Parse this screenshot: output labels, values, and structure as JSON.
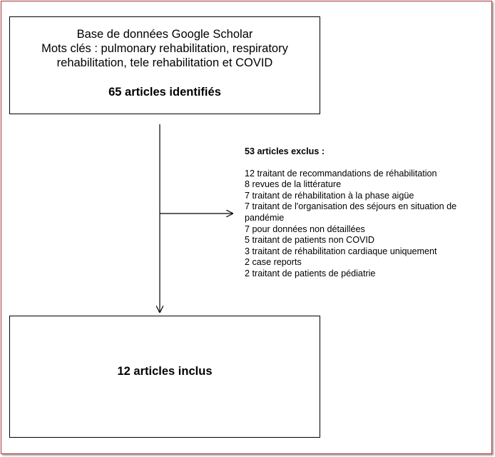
{
  "top_box": {
    "lines": [
      "Base de données Google Scholar",
      "Mots clés : pulmonary rehabilitation, respiratory",
      "rehabilitation, tele rehabilitation et COVID"
    ],
    "count": "65 articles identifiés"
  },
  "excluded": {
    "title": "53 articles exclus :",
    "items": [
      "12 traitant de recommandations de réhabilitation",
      "8 revues de la littérature",
      "7 traitant de réhabilitation à la phase aigüe",
      "7 traitant de l'organisation des séjours en situation de pandémie",
      "7 pour données non détaillées",
      "5 traitant de patients non COVID",
      "3 traitant de réhabilitation cardiaque uniquement",
      "2 case reports",
      "2 traitant de patients de pédiatrie"
    ]
  },
  "bottom_box": {
    "label": "12 articles inclus"
  },
  "colors": {
    "frame": "#a0343b",
    "line": "#000000"
  }
}
